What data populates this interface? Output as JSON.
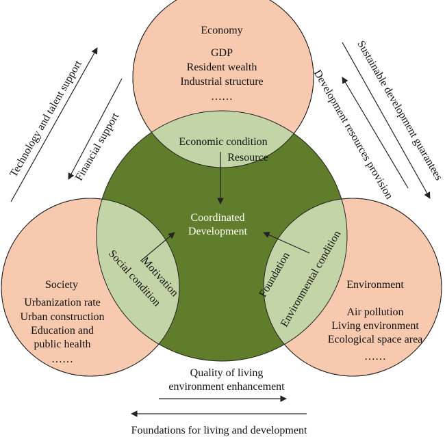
{
  "colors": {
    "outer_circle_fill": "#f7c9ae",
    "overlap_fill": "#c3d5a6",
    "center_fill": "#5f7d2a",
    "stroke": "#222222",
    "center_text": "#ffffff"
  },
  "economy": {
    "title": "Economy",
    "items": [
      "GDP",
      "Resident wealth",
      "Industrial structure",
      "……"
    ]
  },
  "society": {
    "title": "Society",
    "items": [
      "Urbanization rate",
      "Urban construction",
      "Education and",
      "public health",
      "……"
    ]
  },
  "environment": {
    "title": "Environment",
    "items": [
      "Air pollution",
      "Living environment",
      "Ecological space area",
      "……"
    ]
  },
  "center": {
    "line1": "Coordinated",
    "line2": "Development"
  },
  "overlaps": {
    "economic_condition": "Economic condition",
    "resource": "Resource",
    "social_condition": "Social condition",
    "motivation": "Motivation",
    "environmental_condition": "Environmental condition",
    "foundation": "Foundation"
  },
  "side_labels": {
    "tech_talent": "Technology and talent support",
    "financial": "Financial support",
    "sustainable": "Sustainable development guarantees",
    "dev_resources": "Development resources provision",
    "quality_1": "Quality of living",
    "quality_2": "environment enhancement",
    "foundations": "Foundations for living and development"
  }
}
